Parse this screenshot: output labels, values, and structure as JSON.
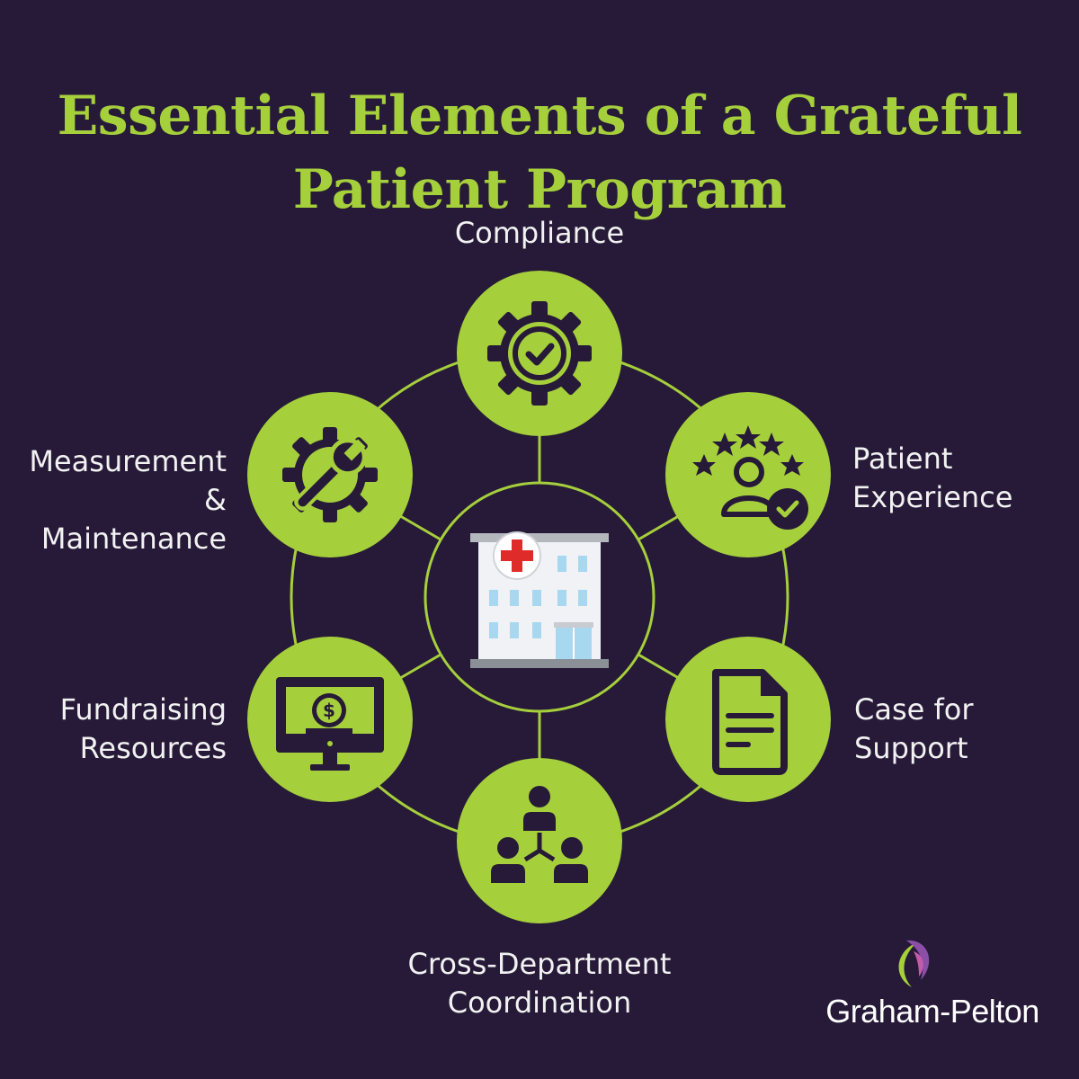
{
  "title": {
    "line1": "Essential Elements of a Grateful",
    "line2": "Patient Program"
  },
  "center": {
    "icon": "hospital-building-icon"
  },
  "elements": [
    {
      "id": "compliance",
      "lines": [
        "Compliance"
      ],
      "icon": "gear-check-icon"
    },
    {
      "id": "patient-experience",
      "lines": [
        "Patient",
        "Experience"
      ],
      "icon": "user-rating-stars-icon"
    },
    {
      "id": "case-for-support",
      "lines": [
        "Case for",
        "Support"
      ],
      "icon": "document-icon"
    },
    {
      "id": "cross-department-coordination",
      "lines": [
        "Cross-Department",
        "Coordination"
      ],
      "icon": "team-hierarchy-icon"
    },
    {
      "id": "fundraising-resources",
      "lines": [
        "Fundraising",
        "Resources"
      ],
      "icon": "monitor-dollar-icon"
    },
    {
      "id": "measurement-maintenance",
      "lines": [
        "Measurement",
        "&",
        "Maintenance"
      ],
      "icon": "wrench-gear-icon"
    }
  ],
  "logo": {
    "text": "Graham-Pelton"
  },
  "colors": {
    "background": "#261a38",
    "accent": "#a6cf3c",
    "icon_dark": "#261a38",
    "text": "#f2f2f2"
  }
}
